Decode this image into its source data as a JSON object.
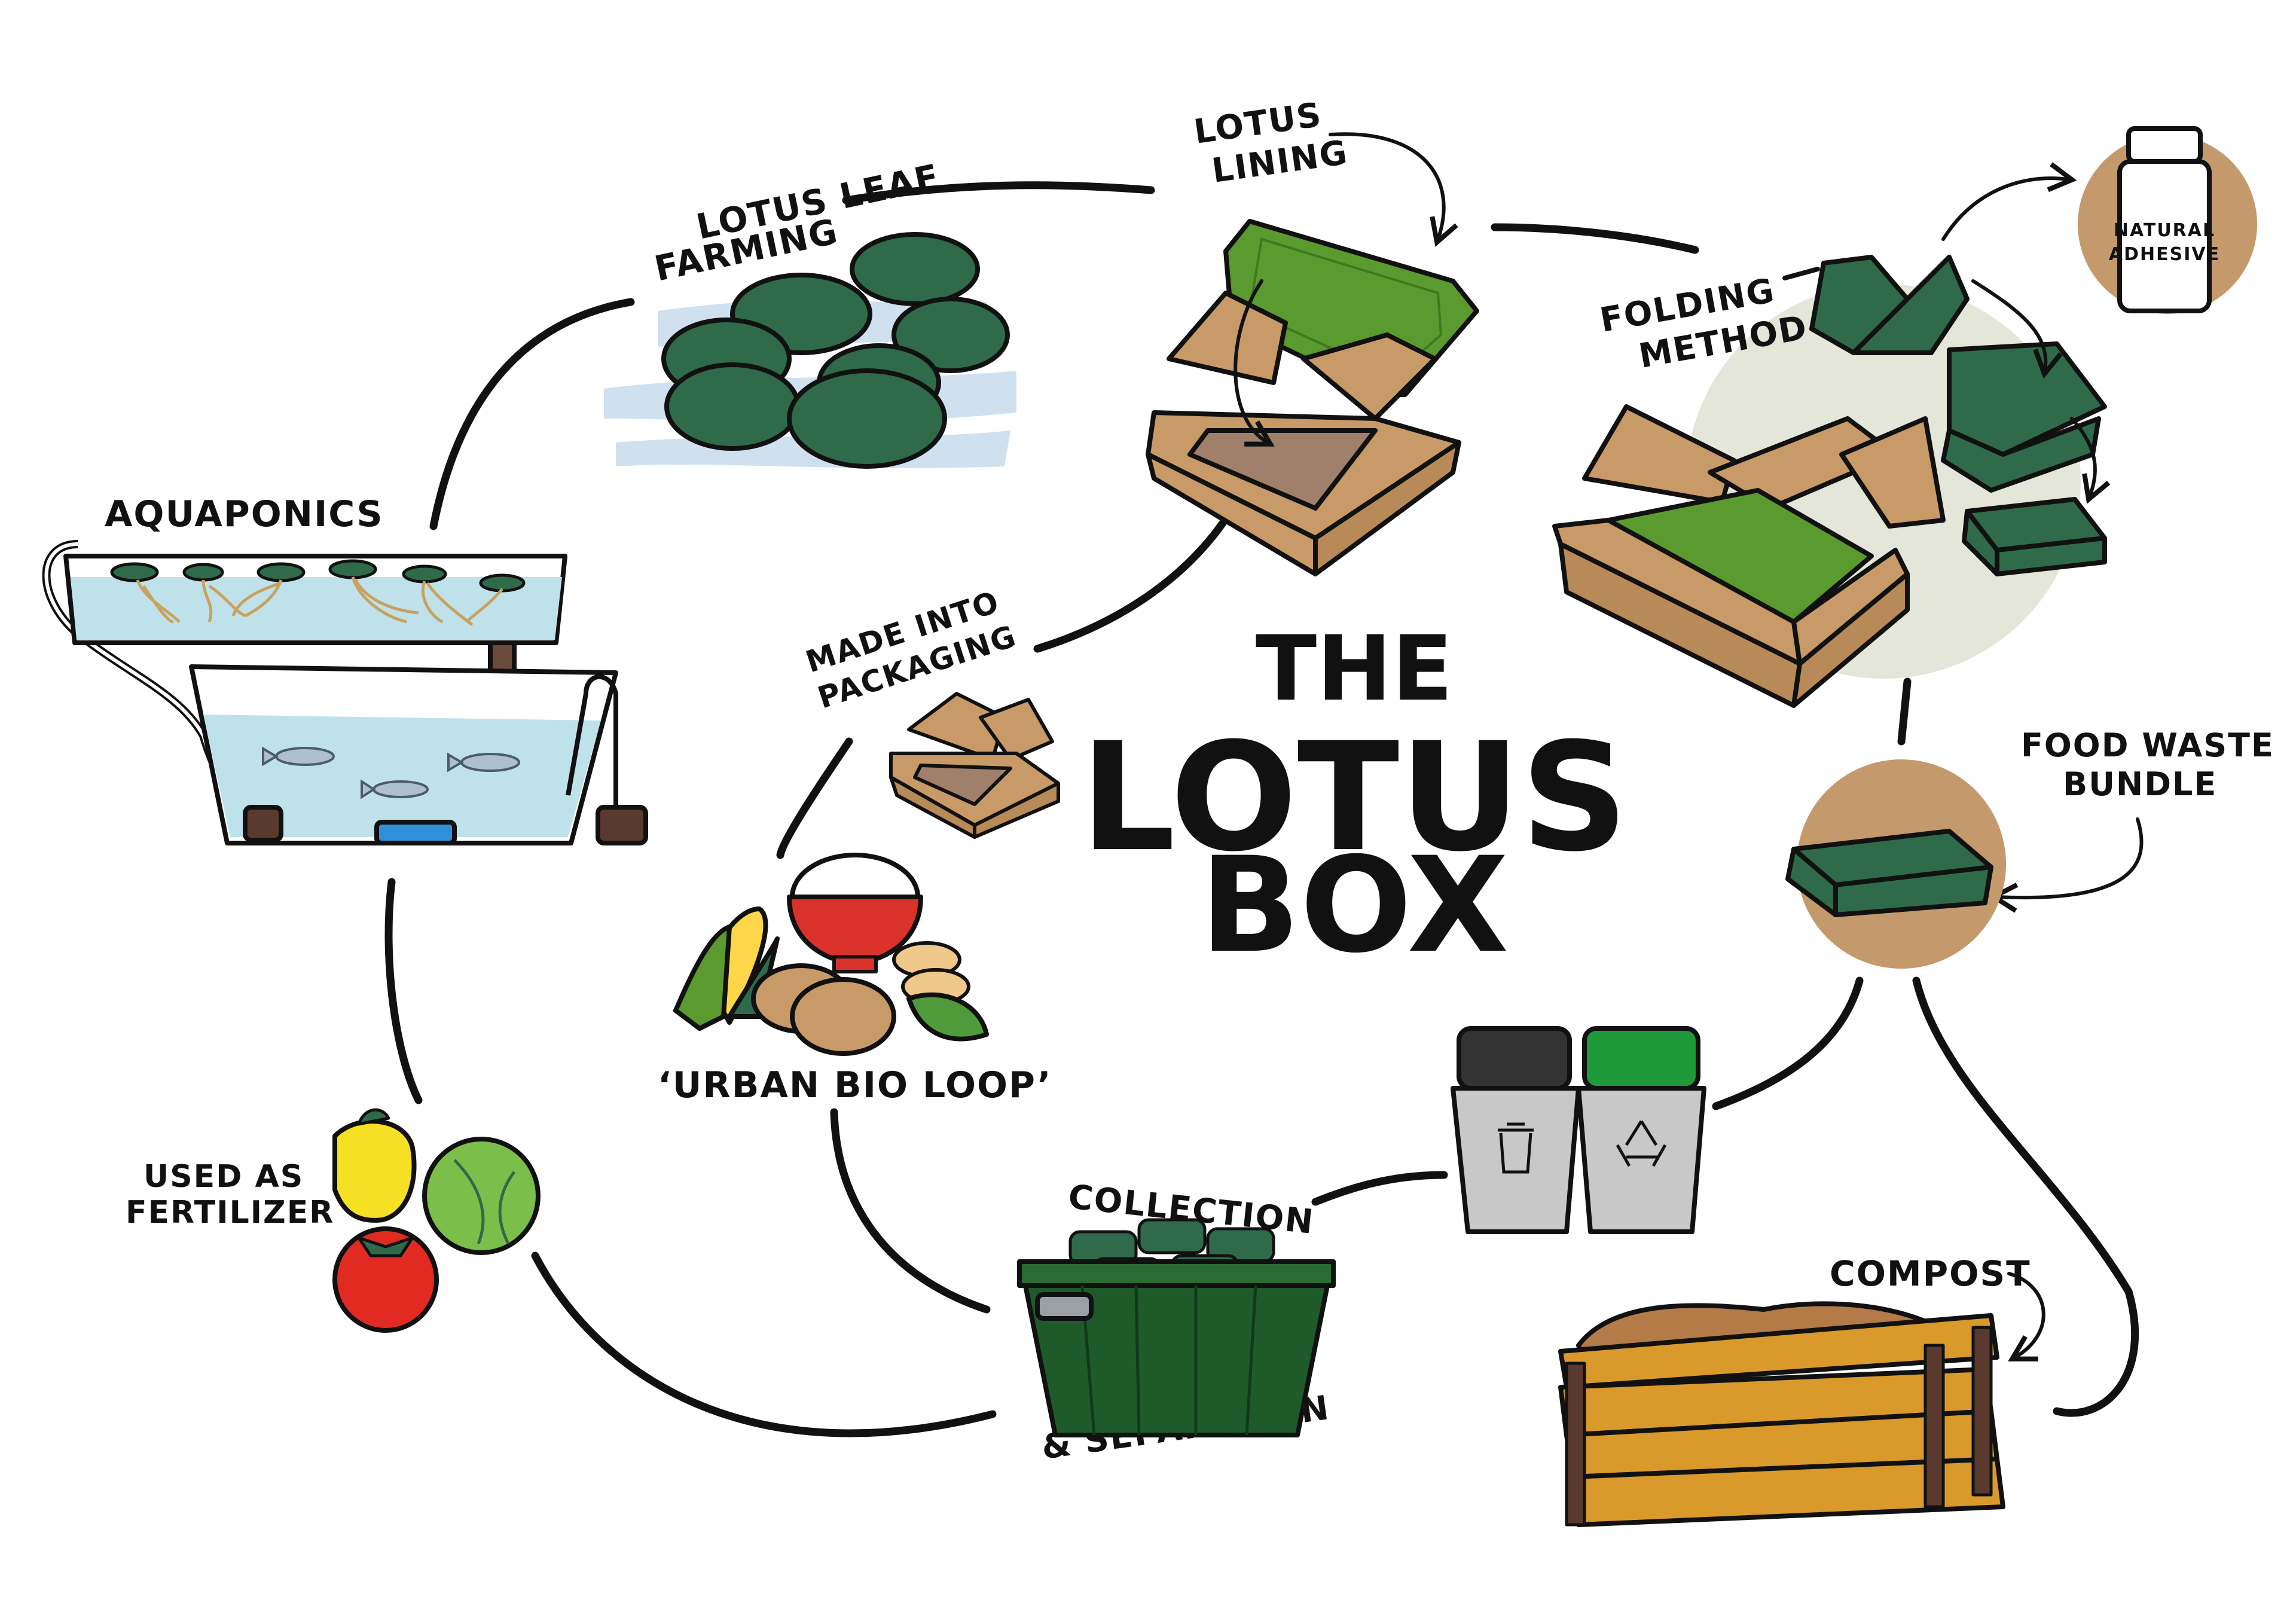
{
  "title": {
    "line1": "THE",
    "line2": "LOTUS",
    "line3": "BOX"
  },
  "labels": {
    "lotus_leaf_farming": [
      "LOTUS LEAF",
      "FARMING"
    ],
    "lotus_lining": [
      "LOTUS",
      "LINING"
    ],
    "folding_method": [
      "FOLDING",
      "METHOD"
    ],
    "natural_adhesive": [
      "NATURAL",
      "ADHESIVE"
    ],
    "aquaponics": "AQUAPONICS",
    "made_into_packaging": [
      "MADE INTO",
      "PACKAGING"
    ],
    "food_waste_bundle": [
      "FOOD WASTE",
      "BUNDLE"
    ],
    "urban_bio_loop": "‘URBAN BIO LOOP’",
    "used_as_fertilizer": [
      "USED AS",
      "FERTILIZER"
    ],
    "collection": "COLLECTION",
    "separation": "& SEPARATION",
    "compost": "COMPOST"
  },
  "colors": {
    "lotus_green": "#2f6b4a",
    "lining_green": "#5a9a2e",
    "kraft": "#c89a68",
    "kraft_inner": "#a07f6b",
    "water": "#bfe2ea",
    "bin_green": "#1f7a33",
    "compost_crate": "#d99a2b"
  }
}
